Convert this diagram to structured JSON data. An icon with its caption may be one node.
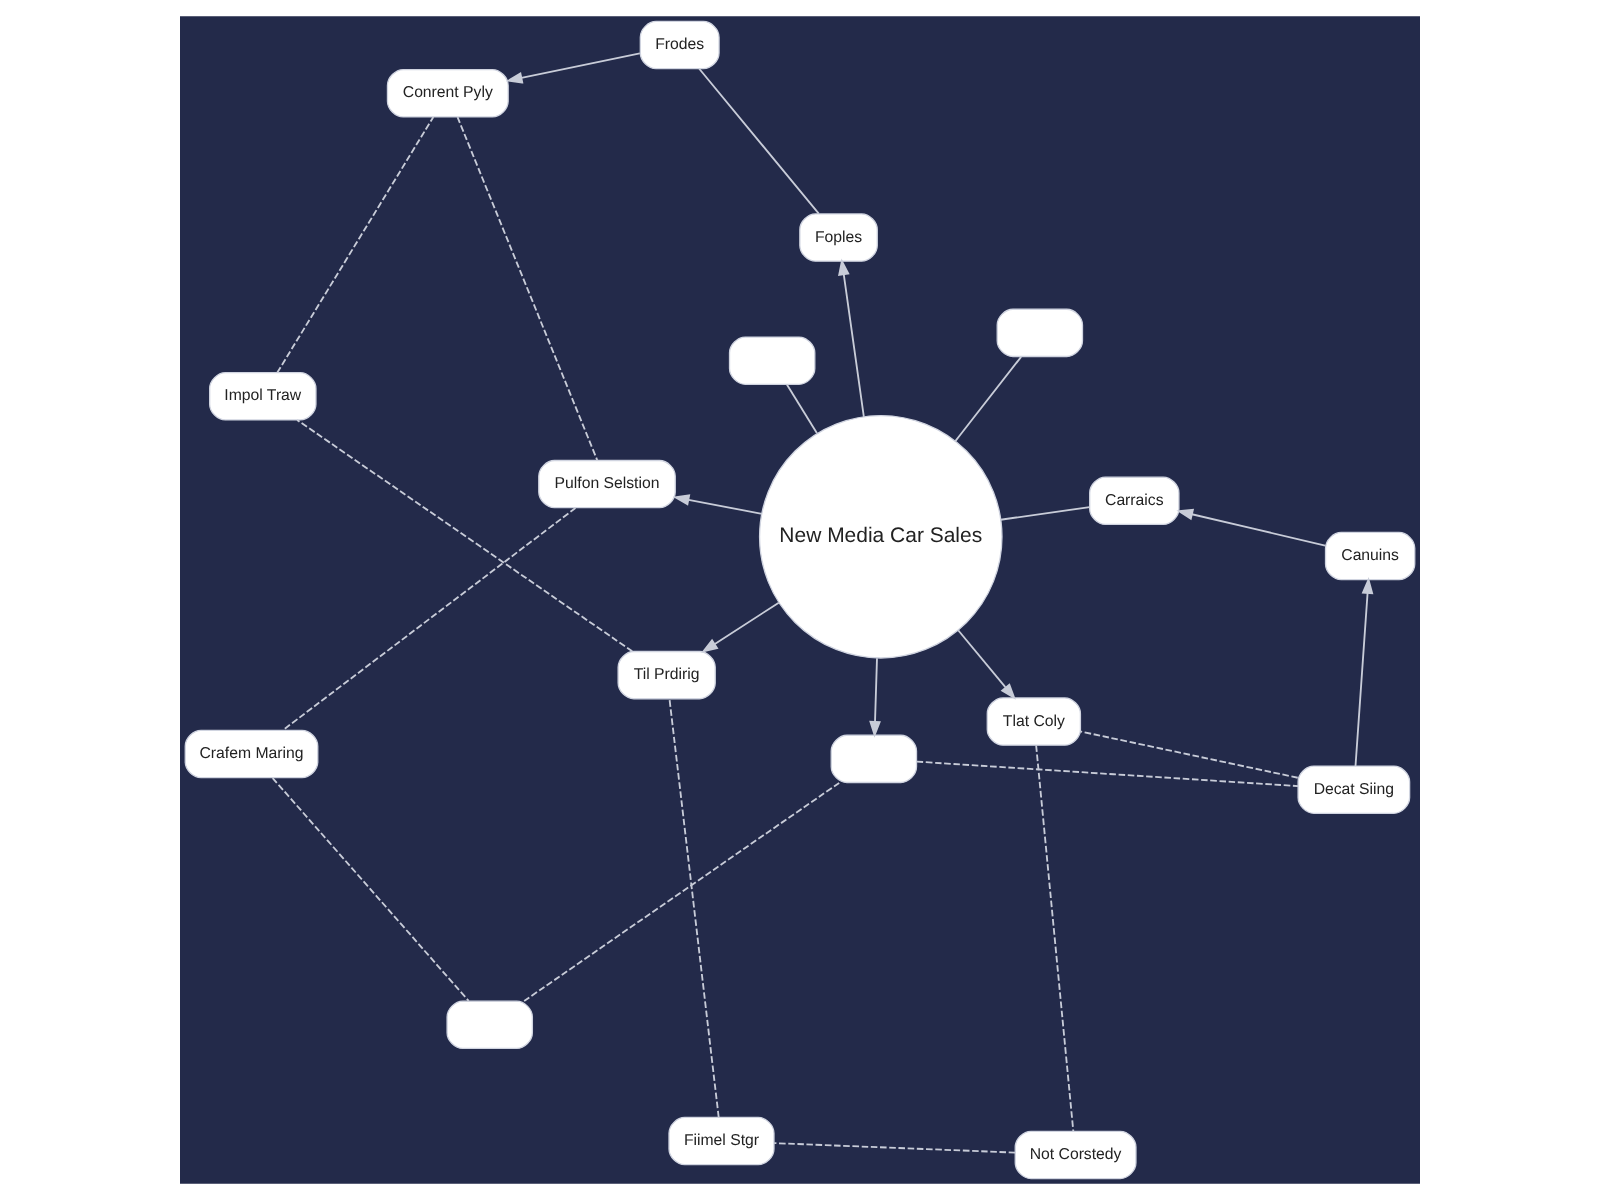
{
  "diagram": {
    "nodes": [
      {
        "text": [
          "New Media Car Sales"
        ]
      },
      {
        "text": [
          "Decat Siing"
        ]
      },
      {
        "text": [
          "Canuins"
        ]
      },
      {
        "text": [
          "Carraics"
        ]
      },
      {
        "text": [],
        "shape": "box"
      },
      {
        "text": [
          "Tlat Coly"
        ]
      },
      {
        "text": [],
        "shape": "box"
      },
      {
        "text": [],
        "shape": "box"
      },
      {
        "text": [],
        "shape": "box"
      },
      {
        "text": [
          "Not Corstedy"
        ]
      },
      {
        "text": [
          "Crafem Maring"
        ]
      },
      {
        "text": [
          "Pulfon Selstion"
        ]
      },
      {
        "text": [
          "Foples"
        ]
      },
      {
        "text": [
          "Frodes"
        ]
      },
      {
        "text": [
          "Conrent Pyly"
        ]
      },
      {
        "text": [
          "Til Prdirig"
        ]
      },
      {
        "text": [
          "Fiimel Stgr"
        ]
      },
      {
        "text": [
          "Impol Traw"
        ]
      }
    ],
    "edges": [
      {
        "from": 1,
        "to": 2,
        "arrow": "to"
      },
      {
        "from": 2,
        "to": 3,
        "arrow": "to"
      },
      {
        "from": 3,
        "to": 0,
        "arrow": "none"
      },
      {
        "from": 0,
        "to": 4,
        "arrow": "to"
      },
      {
        "from": 0,
        "to": 5,
        "arrow": "to"
      },
      {
        "from": 0,
        "to": 7,
        "arrow": "none"
      },
      {
        "from": 0,
        "to": 8,
        "arrow": "none"
      },
      {
        "from": 0,
        "to": 11,
        "arrow": "to"
      },
      {
        "from": 0,
        "to": 12,
        "arrow": "to"
      },
      {
        "from": 0,
        "to": 15,
        "arrow": "to"
      },
      {
        "from": 12,
        "to": 13,
        "arrow": "none"
      },
      {
        "from": 13,
        "to": 14,
        "arrow": "to"
      },
      {
        "from": 1,
        "to": 5,
        "arrow": "none",
        "style": "dashed"
      },
      {
        "from": 5,
        "to": 9,
        "arrow": "none",
        "style": "dashed"
      },
      {
        "from": 9,
        "to": 16,
        "arrow": "none",
        "style": "dashed"
      },
      {
        "from": 16,
        "to": 15,
        "arrow": "none",
        "style": "dashed"
      },
      {
        "from": 15,
        "to": 17,
        "arrow": "none",
        "style": "dashed"
      },
      {
        "from": 17,
        "to": 14,
        "arrow": "none",
        "style": "dashed"
      },
      {
        "from": 14,
        "to": 11,
        "arrow": "none",
        "style": "dashed"
      },
      {
        "from": 11,
        "to": 10,
        "arrow": "none",
        "style": "dashed"
      },
      {
        "from": 10,
        "to": 6,
        "arrow": "none",
        "style": "dashed"
      },
      {
        "from": 6,
        "to": 4,
        "arrow": "none",
        "style": "dashed"
      },
      {
        "from": 4,
        "to": 1,
        "arrow": "none",
        "style": "dashed"
      }
    ]
  }
}
